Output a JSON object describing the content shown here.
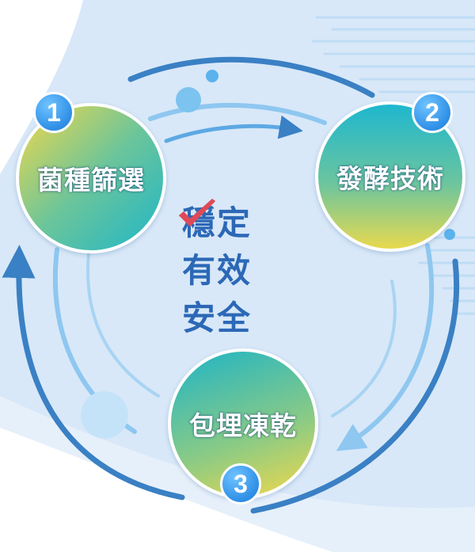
{
  "steps": [
    {
      "number": "1",
      "label": "菌種篩選"
    },
    {
      "number": "2",
      "label": "發酵技術"
    },
    {
      "number": "3",
      "label": "包埋凍乾"
    }
  ],
  "benefits": [
    "穩定",
    "有效",
    "安全"
  ],
  "colors": {
    "arrow_dark": "#3a80c4",
    "arrow_light": "#8ec7f0",
    "check_red": "#e04a58",
    "benefit_text": "#2c68b6",
    "badge_blue": "#2f8fe6",
    "background_wave": "#d6e6f7"
  }
}
